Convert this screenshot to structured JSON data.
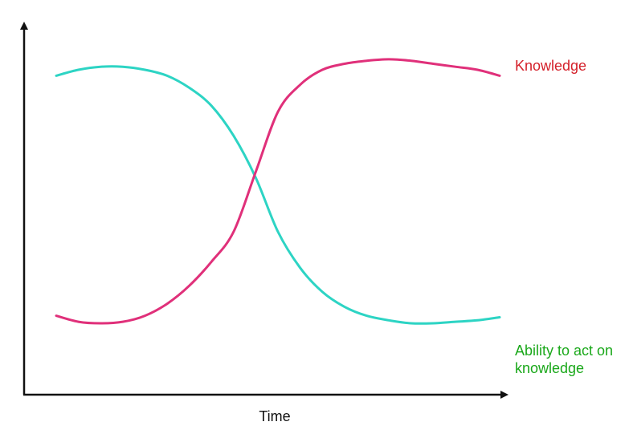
{
  "chart_data": {
    "type": "line",
    "title": "",
    "xlabel": "Time",
    "ylabel": "",
    "xlim": [
      0,
      1
    ],
    "ylim": [
      0,
      1
    ],
    "grid": false,
    "legend": "labels at right end of each line",
    "series": [
      {
        "name": "Knowledge",
        "color": "#e0307a",
        "label_color": "#d4202a",
        "x": [
          0,
          0.05,
          0.1,
          0.15,
          0.2,
          0.25,
          0.3,
          0.35,
          0.4,
          0.45,
          0.5,
          0.55,
          0.6,
          0.65,
          0.7,
          0.75,
          0.8,
          0.85,
          0.9,
          0.95,
          1
        ],
        "values": [
          0.14,
          0.12,
          0.115,
          0.12,
          0.14,
          0.18,
          0.24,
          0.32,
          0.42,
          0.62,
          0.82,
          0.91,
          0.96,
          0.98,
          0.99,
          0.995,
          0.99,
          0.98,
          0.97,
          0.96,
          0.94
        ]
      },
      {
        "name": "Ability to act on\nknowledge",
        "color": "#2dd4c4",
        "label_color": "#1aa81a",
        "x": [
          0,
          0.05,
          0.1,
          0.15,
          0.2,
          0.25,
          0.3,
          0.35,
          0.4,
          0.45,
          0.5,
          0.55,
          0.6,
          0.65,
          0.7,
          0.75,
          0.8,
          0.85,
          0.9,
          0.95,
          1
        ],
        "values": [
          0.94,
          0.96,
          0.97,
          0.97,
          0.96,
          0.94,
          0.9,
          0.84,
          0.74,
          0.6,
          0.42,
          0.3,
          0.22,
          0.17,
          0.14,
          0.125,
          0.115,
          0.115,
          0.12,
          0.125,
          0.135
        ]
      }
    ]
  }
}
